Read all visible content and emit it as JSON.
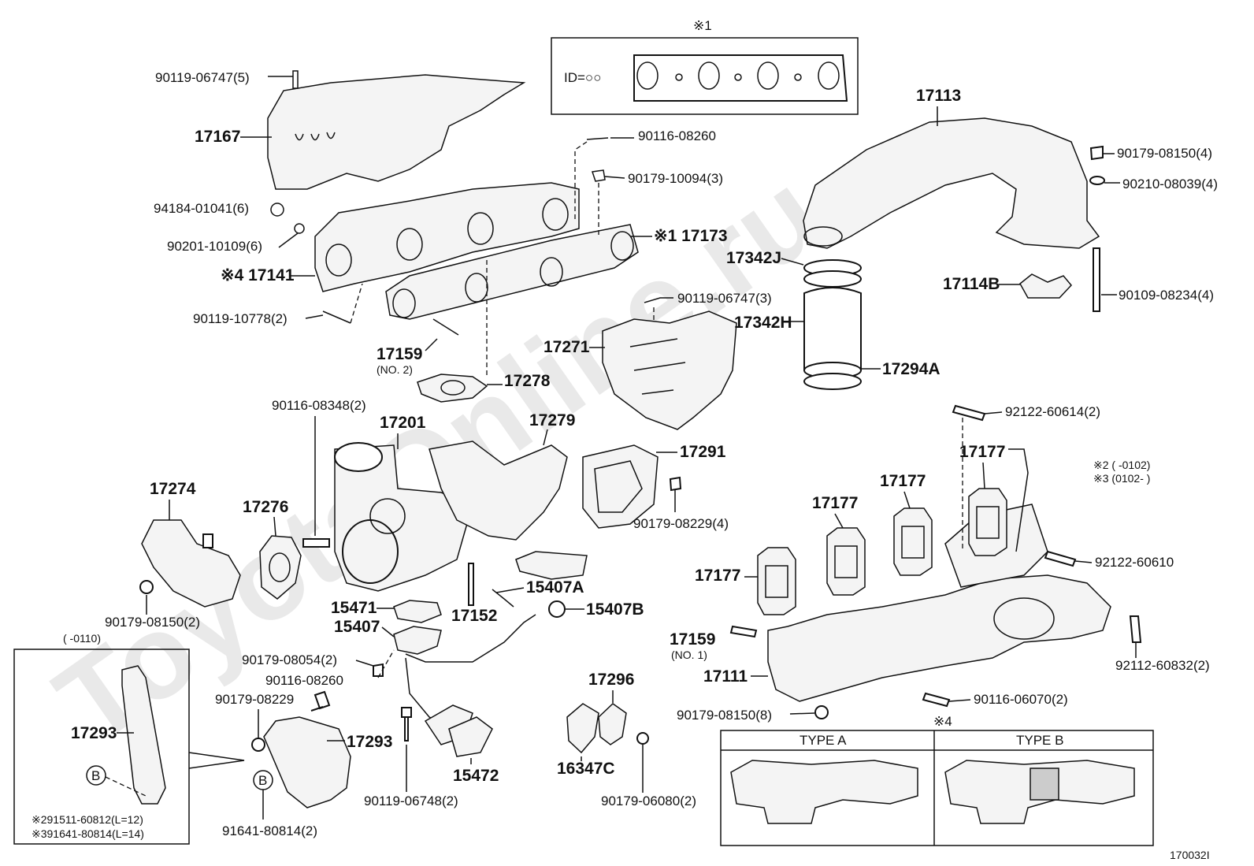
{
  "watermark": "ToyotaOnline.ru",
  "figure_id": "170032I",
  "note1_title": "※1",
  "note1_id_label": "ID=○○",
  "note2": "※2 (      -0102)",
  "note3": "※3 (0102-      )",
  "inset_range": "(      -0110)",
  "type_box": {
    "title": "※4",
    "type_a": "TYPE A",
    "type_b": "TYPE B"
  },
  "callouts": {
    "c_90119_06747_5": "90119-06747(5)",
    "c_17167": "17167",
    "c_90116_08260_top": "90116-08260",
    "c_90179_10094_3": "90179-10094(3)",
    "c_94184_01041_6": "94184-01041(6)",
    "c_90201_10109_6": "90201-10109(6)",
    "c_17173": "※1 17173",
    "c_17141": "※4 17141",
    "c_90119_10778_2": "90119-10778(2)",
    "c_17159_top": "17159",
    "c_no2": "(NO. 2)",
    "c_17278": "17278",
    "c_90119_06747_3": "90119-06747(3)",
    "c_17271": "17271",
    "c_17113": "17113",
    "c_90179_08150_4": "90179-08150(4)",
    "c_90210_08039_4": "90210-08039(4)",
    "c_17342J": "17342J",
    "c_17114B": "17114B",
    "c_90109_08234_4": "90109-08234(4)",
    "c_17342H": "17342H",
    "c_17294A": "17294A",
    "c_90116_08348_2": "90116-08348(2)",
    "c_17201": "17201",
    "c_17279": "17279",
    "c_17291": "17291",
    "c_90179_08229_4": "90179-08229(4)",
    "c_17274": "17274",
    "c_17276": "17276",
    "c_90179_08150_2": "90179-08150(2)",
    "c_15407A": "15407A",
    "c_15471": "15471",
    "c_15407B": "15407B",
    "c_15407": "15407",
    "c_17152": "17152",
    "c_92122_60614_2": "92122-60614(2)",
    "c_17177_a": "17177",
    "c_17177_b": "17177",
    "c_17177_c": "17177",
    "c_17177_d": "17177",
    "c_92122_60610": "92122-60610",
    "c_17159_bottom": "17159",
    "c_no1": "(NO. 1)",
    "c_92112_60832_2": "92112-60832(2)",
    "c_17111": "17111",
    "c_90116_06070_2": "90116-06070(2)",
    "c_90179_08150_8": "90179-08150(8)",
    "c_90179_08054_2": "90179-08054(2)",
    "c_90116_08260_bottom": "90116-08260",
    "c_90179_08229": "90179-08229",
    "c_17293_inset": "17293",
    "c_17293": "17293",
    "c_17296": "17296",
    "c_16347C": "16347C",
    "c_15472": "15472",
    "c_90119_06748_2": "90119-06748(2)",
    "c_90179_06080_2": "90179-06080(2)",
    "c_91641_80814_2": "91641-80814(2)",
    "c_B1": "B",
    "c_B2": "B",
    "c_inset_note1": "※291511-60812(L=12)",
    "c_inset_note2": "※391641-80814(L=14)"
  }
}
